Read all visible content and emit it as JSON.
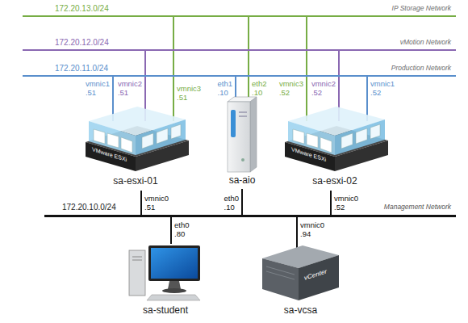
{
  "diagram": {
    "nodes": [
      {
        "text": [
          "172.20.13.0/24",
          "IP Storage Network"
        ]
      },
      {
        "text": [
          "172.20.12.0/24",
          "vMotion Network"
        ]
      },
      {
        "text": [
          "172.20.11.0/24",
          "Production Network"
        ]
      },
      {
        "text": [
          "VMware ESXi",
          "sa-esxi-01"
        ]
      },
      {
        "text": [
          "sa-aio"
        ]
      },
      {
        "text": [
          "VMware ESXi",
          "sa-esxi-02"
        ]
      },
      {
        "text": [
          "172.20.10.0/24",
          "Management Network"
        ]
      },
      {
        "text": [
          "sa-student"
        ]
      },
      {
        "text": [
          "vCenter",
          "sa-vcsa"
        ]
      }
    ],
    "edges": [
      {
        "from": 3,
        "to": 2,
        "arrow": "none",
        "label": "vmnic1 .51"
      },
      {
        "from": 3,
        "to": 1,
        "arrow": "none",
        "label": "vmnic2 .51"
      },
      {
        "from": 3,
        "to": 0,
        "arrow": "none",
        "label": "vmnic3 .51"
      },
      {
        "from": 4,
        "to": 2,
        "arrow": "none",
        "label": "eth1 .10"
      },
      {
        "from": 4,
        "to": 0,
        "arrow": "none",
        "label": "eth2 .10"
      },
      {
        "from": 5,
        "to": 0,
        "arrow": "none",
        "label": "vmnic3 .52"
      },
      {
        "from": 5,
        "to": 1,
        "arrow": "none",
        "label": "vmnic2 .52"
      },
      {
        "from": 5,
        "to": 2,
        "arrow": "none",
        "label": "vmnic1 .52"
      },
      {
        "from": 3,
        "to": 6,
        "arrow": "none",
        "label": "vmnic0 .51"
      },
      {
        "from": 4,
        "to": 6,
        "arrow": "none",
        "label": "eth0 .10"
      },
      {
        "from": 5,
        "to": 6,
        "arrow": "none",
        "label": "vmnic0 .52"
      },
      {
        "from": 7,
        "to": 6,
        "arrow": "none",
        "label": "eth0 .80"
      },
      {
        "from": 8,
        "to": 6,
        "arrow": "none",
        "label": "vmnic0 .94"
      }
    ]
  }
}
